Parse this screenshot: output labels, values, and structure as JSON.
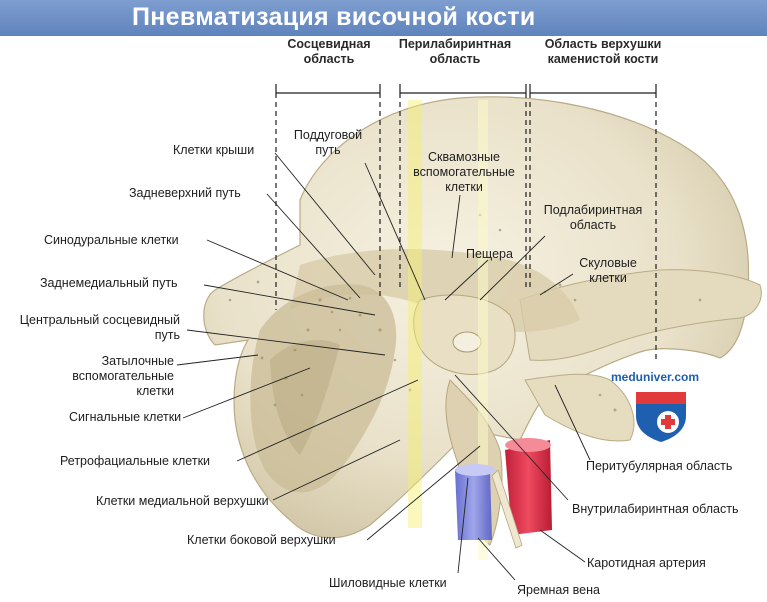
{
  "title": "Пневматизация височной кости",
  "regions": [
    {
      "id": "mastoid",
      "text": "Сосцевидная\nобласть"
    },
    {
      "id": "perilab",
      "text": "Перилабиринтная\nобласть"
    },
    {
      "id": "apex",
      "text": "Область верхушки\nкаменистой кости"
    }
  ],
  "labels": {
    "tegmen": "Клетки крыши",
    "subarcuate": "Поддуговой\nпуть",
    "squamous": "Сквамозные\nвспомогательные\nклетки",
    "posterosuperior": "Задневерхний путь",
    "sinodural": "Синодуральные клетки",
    "infralab": "Подлабиринтная\nобласть",
    "antrum": "Пещера",
    "zygomatic": "Скуловые\nклетки",
    "posteromedial": "Заднемедиальный путь",
    "central_tract": "Центральный сосцевидный\nпуть",
    "occipital": "Затылочные\nвспомогательные\nклетки",
    "sigmoid": "Сигнальные клетки",
    "retrofacial": "Ретрофациальные клетки",
    "peritubal": "Перитубулярная область",
    "medial_apex": "Клетки медиальной верхушки",
    "intralab": "Внутрилабиринтная область",
    "lateral_apex": "Клетки боковой верхушки",
    "carotid": "Каротидная артерия",
    "styloid": "Шиловидные клетки",
    "jugular": "Яремная вена"
  },
  "watermark": "meduniver.com",
  "colors": {
    "title_bar": "#6a8cc4",
    "bone": "#e8e0c8",
    "carotid": "#e0324a",
    "jugular": "#7f86dc",
    "highlight": "#f3f06a"
  }
}
